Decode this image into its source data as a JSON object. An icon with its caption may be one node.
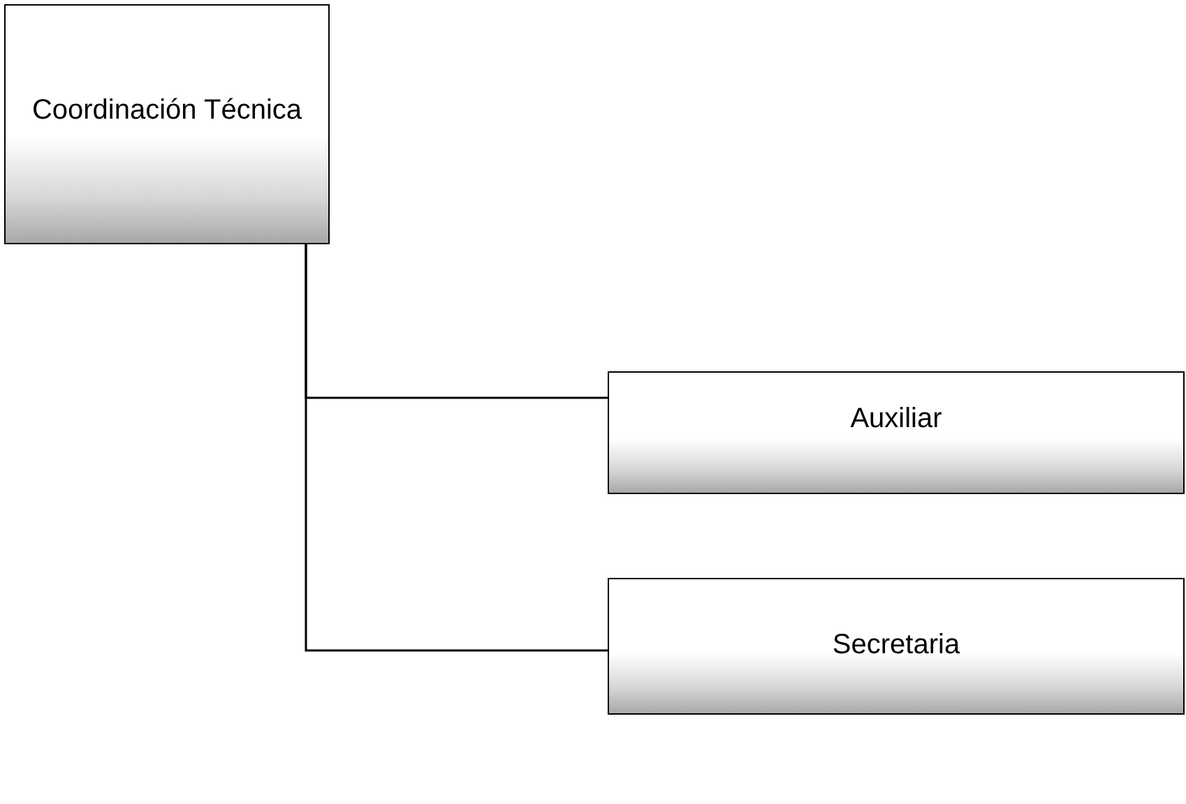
{
  "diagram": {
    "nodes": [
      {
        "text": [
          "Coordinación Técnica"
        ]
      },
      {
        "text": [
          "Auxiliar"
        ]
      },
      {
        "text": [
          "Secretaria"
        ]
      }
    ],
    "edges": [
      {
        "from": 0,
        "to": 1,
        "arrow": "none"
      },
      {
        "from": 0,
        "to": 2,
        "arrow": "none"
      }
    ]
  }
}
